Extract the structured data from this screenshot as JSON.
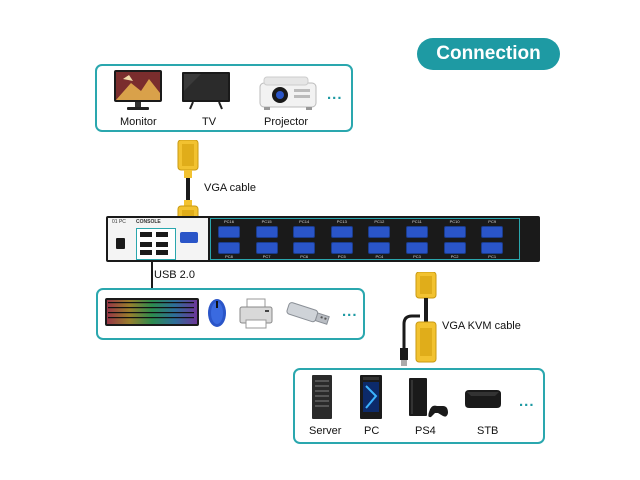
{
  "title": "Connection",
  "displays": {
    "items": [
      {
        "label": "Monitor",
        "icon": "monitor-icon"
      },
      {
        "label": "TV",
        "icon": "tv-icon"
      },
      {
        "label": "Projector",
        "icon": "projector-icon"
      }
    ],
    "more": "..."
  },
  "cables": {
    "vga": "VGA cable",
    "usb": "USB 2.0",
    "kvm": "VGA KVM cable"
  },
  "kvm_switch": {
    "pc_label": "01 PC",
    "console_label": "CONSOLE",
    "ports_top": [
      "PC16",
      "PC15",
      "PC14",
      "PC13",
      "PC12",
      "PC11",
      "PC10",
      "PC9"
    ],
    "ports_bottom": [
      "PC8",
      "PC7",
      "PC6",
      "PC5",
      "PC4",
      "PC3",
      "PC2",
      "PC1"
    ]
  },
  "peripherals": {
    "items": [
      {
        "icon": "keyboard-icon"
      },
      {
        "icon": "mouse-icon"
      },
      {
        "icon": "printer-icon"
      },
      {
        "icon": "usb-drive-icon"
      }
    ],
    "more": "..."
  },
  "sources": {
    "items": [
      {
        "label": "Server",
        "icon": "server-icon"
      },
      {
        "label": "PC",
        "icon": "pc-tower-icon"
      },
      {
        "label": "PS4",
        "icon": "ps4-icon"
      },
      {
        "label": "STB",
        "icon": "stb-icon"
      }
    ],
    "more": "..."
  },
  "colors": {
    "accent": "#1e9aa3",
    "cable_yellow": "#f2c230",
    "port_blue": "#2a55c8",
    "device_black": "#1a1a1a"
  }
}
